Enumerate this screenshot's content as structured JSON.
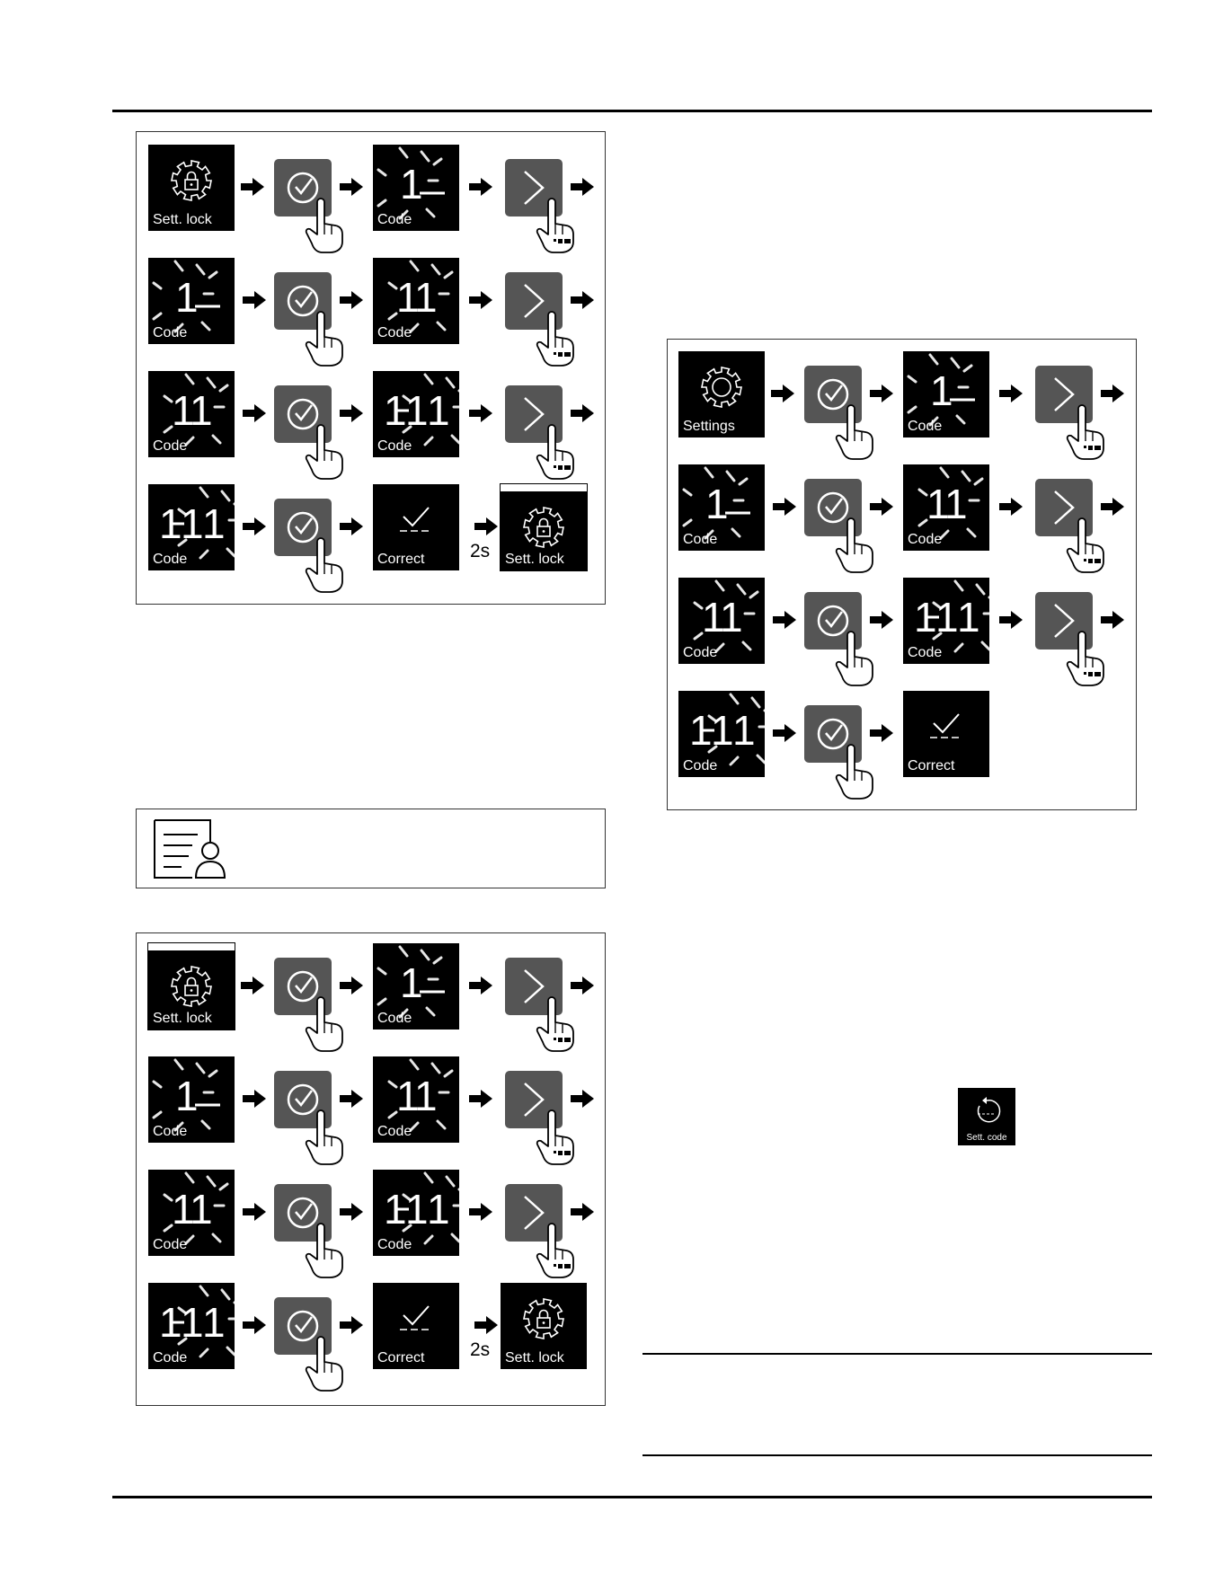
{
  "labels": {
    "sett_lock": "Sett. lock",
    "code": "Code",
    "correct": "Correct",
    "settings": "Settings",
    "two_seconds": "2s",
    "sett_code": "Sett. code"
  },
  "icons": {
    "lock_gear": "gear-lock-icon",
    "settings_gear": "gear-icon",
    "confirm": "check-circle-icon",
    "next": "chevron-right-icon",
    "hand": "tap-hand-icon",
    "flow_arrow": "arrow-right-icon",
    "document_user": "document-user-icon",
    "reset_timer": "reset-timer-icon"
  },
  "colors": {
    "display_bg": "#000000",
    "button_bg": "#555555",
    "text_on_display": "#ffffff"
  }
}
